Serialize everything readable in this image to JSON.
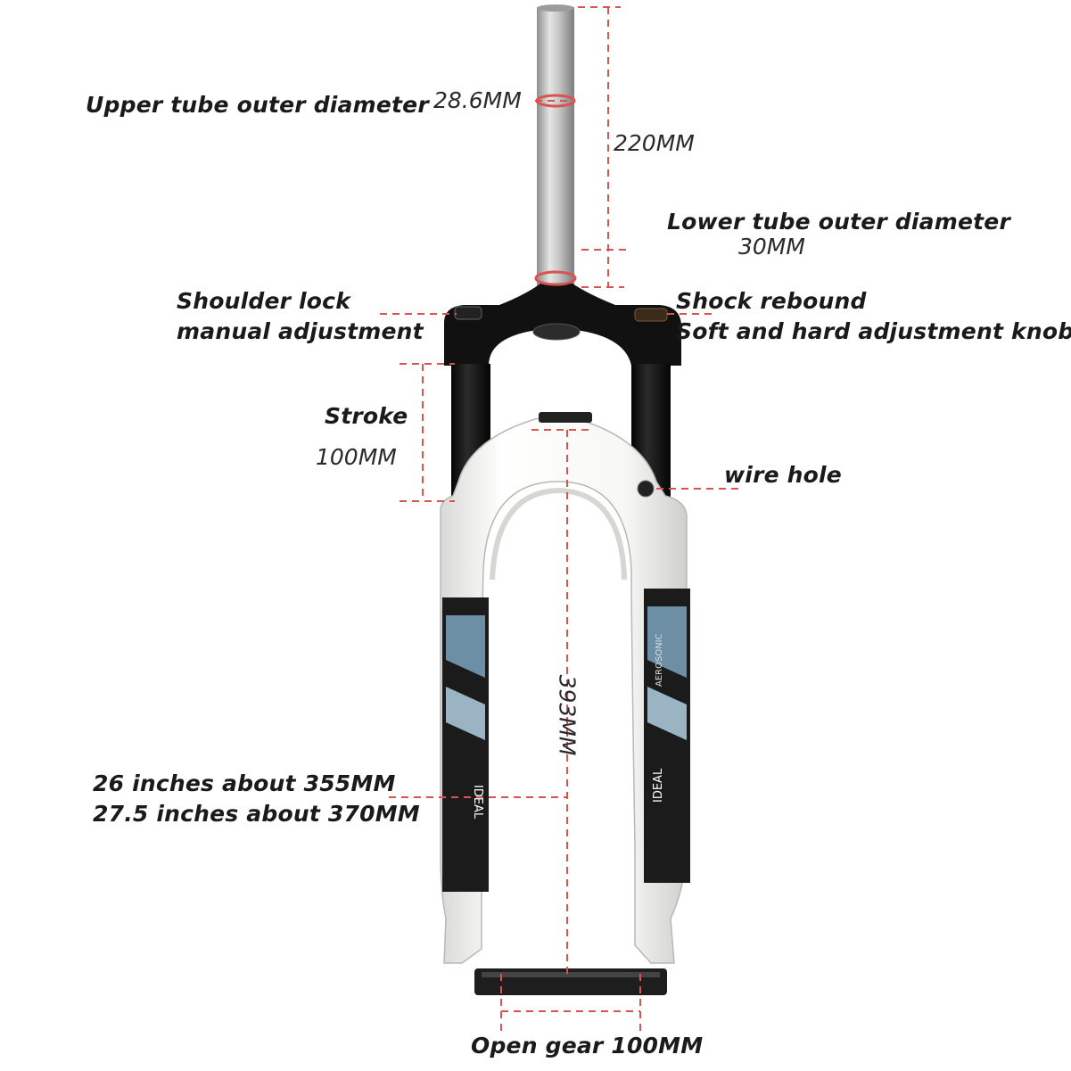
{
  "labels": {
    "upper_tube": "Upper tube outer diameter",
    "upper_tube_value": "28.6MM",
    "length_220": "220MM",
    "lower_tube": "Lower tube outer diameter",
    "lower_tube_value": "30MM",
    "shoulder_lock_1": "Shoulder lock",
    "shoulder_lock_2": "manual adjustment",
    "rebound_1": "Shock rebound",
    "rebound_2": "Soft and hard adjustment knob",
    "stroke": "Stroke",
    "stroke_value": "100MM",
    "wire_hole": "wire hole",
    "length_393": "393MM",
    "wheel_26": "26 inches about 355MM",
    "wheel_275": "27.5 inches about 370MM",
    "open_gear": "Open gear 100MM"
  },
  "decals": {
    "brand": "IDEAL",
    "model": "AEROSONIC"
  },
  "colors": {
    "dimension_line": "#d9534f",
    "fork_white": "#f4f4f2",
    "stanchion_black": "#111111",
    "steerer_silver": "#b9b9b9"
  }
}
